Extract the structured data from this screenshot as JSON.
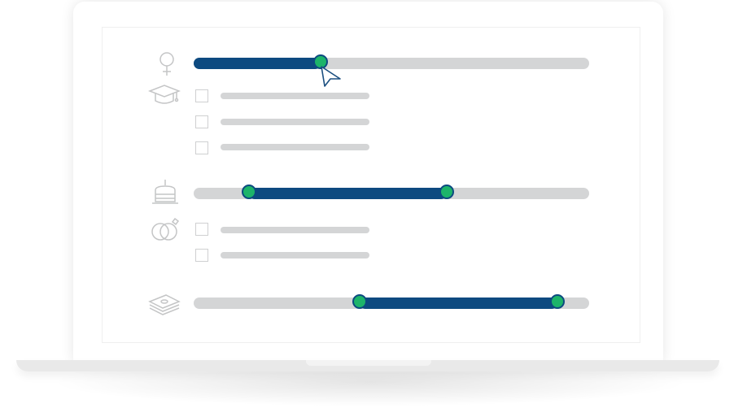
{
  "colors": {
    "accent": "#0d4a80",
    "knob": "#1db46a",
    "track": "#d4d5d6",
    "icon": "#c4c5c6"
  },
  "filters": [
    {
      "icon": "female-symbol-icon",
      "type": "slider",
      "values": [
        0.32
      ]
    },
    {
      "icon": "graduation-cap-icon",
      "type": "checkbox-list",
      "options": [
        {
          "checked": false
        },
        {
          "checked": false
        },
        {
          "checked": false
        }
      ]
    },
    {
      "icon": "birthday-cake-icon",
      "type": "range-slider",
      "values": [
        0.14,
        0.64
      ]
    },
    {
      "icon": "wedding-rings-icon",
      "type": "checkbox-list",
      "options": [
        {
          "checked": false
        },
        {
          "checked": false
        }
      ]
    },
    {
      "icon": "money-stack-icon",
      "type": "range-slider",
      "values": [
        0.42,
        0.92
      ]
    }
  ],
  "cursor": "pointer-cursor-icon"
}
